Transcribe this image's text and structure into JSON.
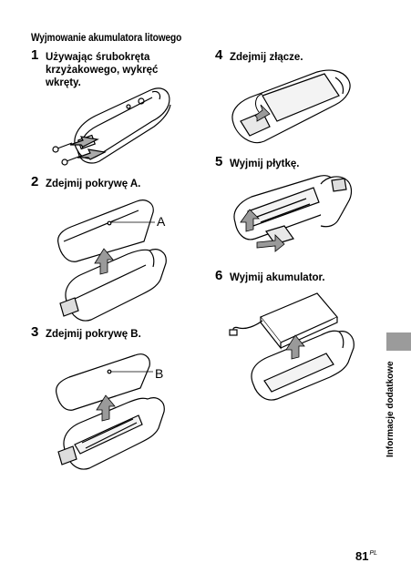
{
  "section_title": "Wyjmowanie akumulatora litowego",
  "steps": [
    {
      "number": "1",
      "text": "Używając śrubokręta\nkrzyżakowego, wykręć\nwkręty."
    },
    {
      "number": "2",
      "text": "Zdejmij pokrywę A."
    },
    {
      "number": "3",
      "text": "Zdejmij pokrywę B."
    },
    {
      "number": "4",
      "text": "Zdejmij złącze."
    },
    {
      "number": "5",
      "text": "Wyjmij płytkę."
    },
    {
      "number": "6",
      "text": "Wyjmij akumulator."
    }
  ],
  "callouts": {
    "a": "A",
    "b": "B"
  },
  "side_tab_text": "Informacje dodatkowe",
  "page": {
    "number": "81",
    "suffix": "PL"
  }
}
